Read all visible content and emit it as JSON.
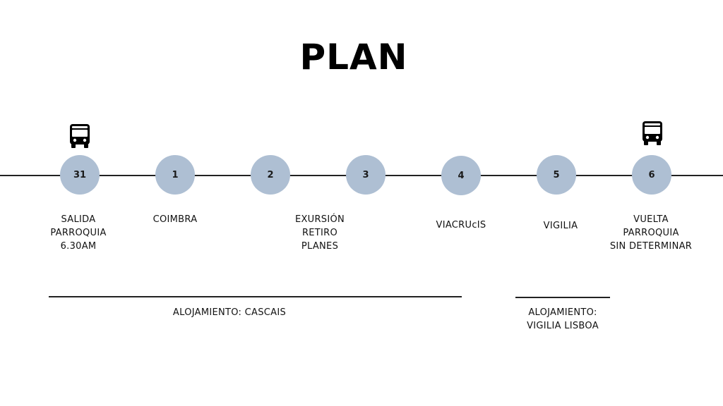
{
  "title": "PLAN",
  "stops": [
    {
      "number": "31",
      "lines": [
        "SALIDA",
        "PARROQUIA",
        "6.30AM"
      ],
      "bus": true
    },
    {
      "number": "1",
      "lines": [
        "COIMBRA"
      ],
      "bus": false
    },
    {
      "number": "2",
      "lines": [],
      "bus": false
    },
    {
      "number": "3",
      "lines": [
        "EXURSIÓN",
        "RETIRO",
        "PLANES"
      ],
      "bus": false
    },
    {
      "number": "4",
      "lines": [
        "VIACRUcIS"
      ],
      "bus": false
    },
    {
      "number": "5",
      "lines": [
        "VIGILIA"
      ],
      "bus": false
    },
    {
      "number": "6",
      "lines": [
        "VUELTA",
        "PARROQUIA",
        "SIN DETERMINAR"
      ],
      "bus": true
    }
  ],
  "stays": [
    {
      "lines": [
        "ALOJAMIENTO: CASCAIS"
      ]
    },
    {
      "lines": [
        "ALOJAMIENTO:",
        "VIGILIA LISBOA"
      ]
    }
  ],
  "colors": {
    "node": "#aebfd3",
    "line": "#222222",
    "text": "#111111"
  },
  "icons": {
    "transport": "bus-icon"
  }
}
